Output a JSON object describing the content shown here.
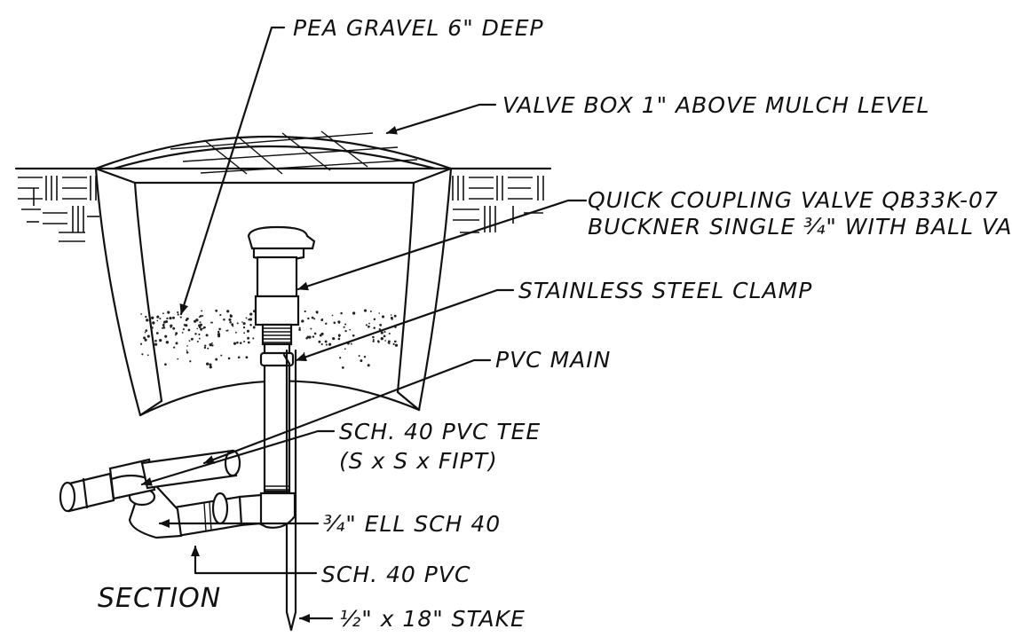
{
  "diagram": {
    "labels": {
      "pea_gravel": "PEA GRAVEL 6\" DEEP",
      "valve_box": "VALVE BOX 1\" ABOVE MULCH LEVEL",
      "quick_coupling_line1": "QUICK COUPLING VALVE QB33K-07",
      "quick_coupling_line2": "BUCKNER SINGLE ¾\" WITH BALL VALVE",
      "clamp": "STAINLESS STEEL CLAMP",
      "pvc_main": "PVC MAIN",
      "tee_line1": "SCH. 40 PVC TEE",
      "tee_line2": "(S x S x FIPT)",
      "ell": "¾\" ELL SCH 40",
      "sch40_pvc": "SCH. 40 PVC",
      "stake": "½\" x 18\" STAKE",
      "section": "SECTION"
    },
    "colors": {
      "ink": "#111111",
      "paper": "#ffffff"
    }
  }
}
